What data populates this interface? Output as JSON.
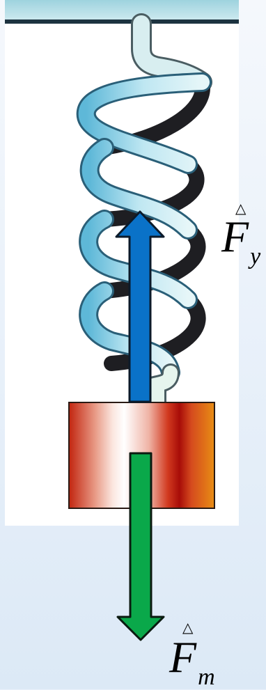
{
  "labels": {
    "force_up": {
      "main": "F",
      "sub": "y"
    },
    "force_down": {
      "main": "F",
      "sub": "m"
    }
  },
  "colors": {
    "background": "#e9f1fa",
    "panel": "#ffffff",
    "ceiling": "#1d3340",
    "spring_light": "#d9f0f5",
    "spring_mid": "#8fd0e6",
    "spring_dark": "#1e1e22",
    "arrow_up": "#0a72c8",
    "arrow_down": "#0aa84a",
    "block_light": "#fbe6df",
    "block_red": "#c7200e",
    "block_orange": "#e57e12"
  },
  "icons": {
    "vector_mark": "vector-arrow-icon"
  }
}
